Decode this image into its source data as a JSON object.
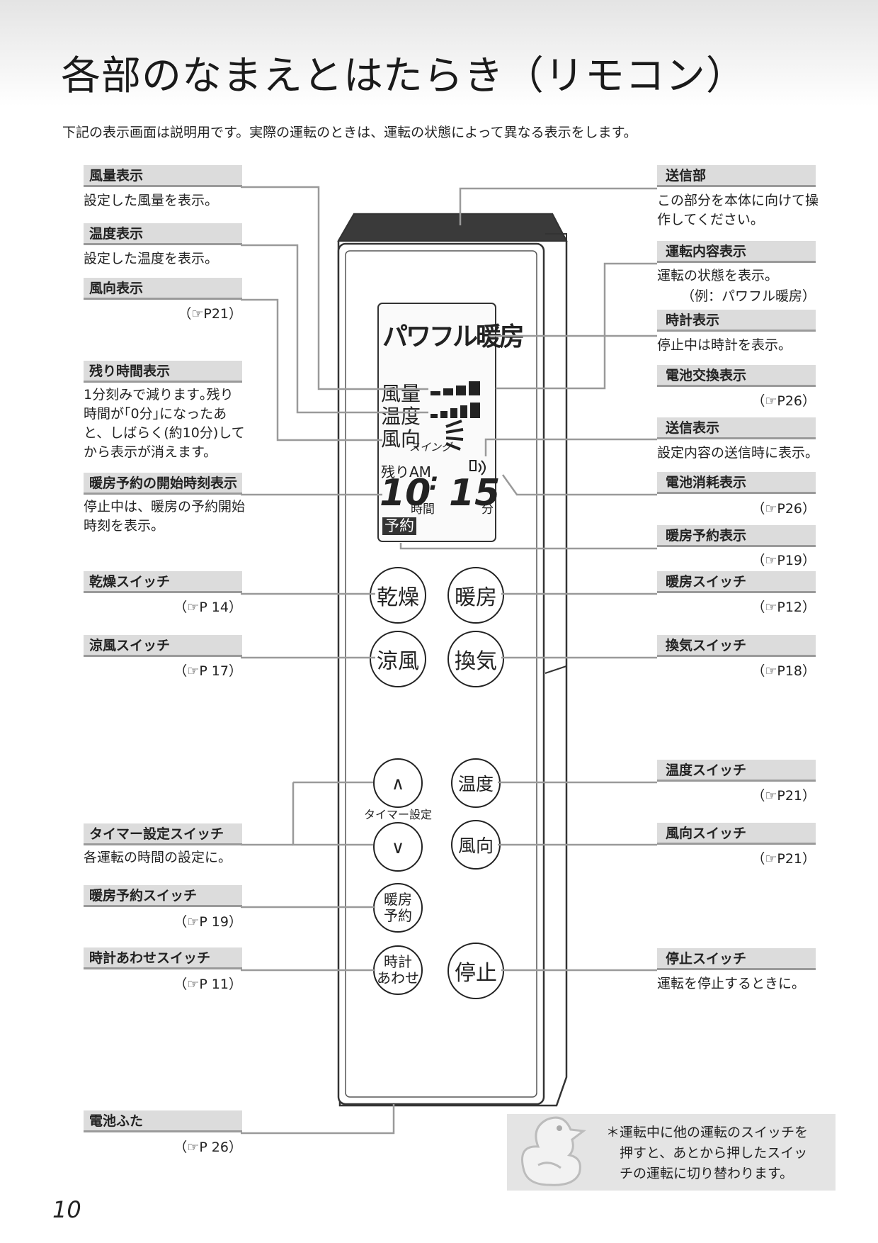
{
  "title": "各部のなまえとはたらき（リモコン）",
  "intro": "下記の表示画面は説明用です。実際の運転のときは、運転の状態によって異なる表示をします。",
  "left": [
    {
      "label": "風量表示",
      "desc": "設定した風量を表示。"
    },
    {
      "label": "温度表示",
      "desc": "設定した温度を表示。"
    },
    {
      "label": "風向表示",
      "ref": "（☞P21）"
    },
    {
      "label": "残り時間表示",
      "desc": "1分刻みで減ります｡残り時間が｢0分｣になったあと、しばらく(約10分)してから表示が消えます。"
    },
    {
      "label": "暖房予約の開始時刻表示",
      "desc": "停止中は、暖房の予約開始時刻を表示。"
    },
    {
      "label": "乾燥スイッチ",
      "ref": "（☞P 14）"
    },
    {
      "label": "涼風スイッチ",
      "ref": "（☞P 17）"
    },
    {
      "label": "タイマー設定スイッチ",
      "desc": "各運転の時間の設定に。"
    },
    {
      "label": "暖房予約スイッチ",
      "ref": "（☞P 19）"
    },
    {
      "label": "時計あわせスイッチ",
      "ref": "（☞P 11）"
    },
    {
      "label": "電池ふた",
      "ref": "（☞P 26）"
    }
  ],
  "right": [
    {
      "label": "送信部",
      "desc": "この部分を本体に向けて操作してください。"
    },
    {
      "label": "運転内容表示",
      "desc": "運転の状態を表示。",
      "desc2": "（例：パワフル暖房）"
    },
    {
      "label": "時計表示",
      "desc": "停止中は時計を表示。"
    },
    {
      "label": "電池交換表示",
      "ref": "（☞P26）"
    },
    {
      "label": "送信表示",
      "desc": "設定内容の送信時に表示。"
    },
    {
      "label": "電池消耗表示",
      "ref": "（☞P26）"
    },
    {
      "label": "暖房予約表示",
      "ref": "（☞P19）"
    },
    {
      "label": "暖房スイッチ",
      "ref": "（☞P12）"
    },
    {
      "label": "換気スイッチ",
      "ref": "（☞P18）"
    },
    {
      "label": "温度スイッチ",
      "ref": "（☞P21）"
    },
    {
      "label": "風向スイッチ",
      "ref": "（☞P21）"
    },
    {
      "label": "停止スイッチ",
      "desc": "運転を停止するときに。"
    }
  ],
  "lcd": {
    "mode": "パワフル暖房",
    "fan": "風量",
    "temp": "温度",
    "dir": "風向",
    "swing": "スイング",
    "remain": "残りAM",
    "hour": "10",
    "colon": ":",
    "hour_unit": "時間",
    "minute": "15",
    "minute_unit": "分",
    "reserve": "予約"
  },
  "buttons": {
    "dry": "乾燥",
    "heat": "暖房",
    "cool": "涼風",
    "vent": "換気",
    "temp": "温度",
    "dir": "風向",
    "up": "∧",
    "down": "∨",
    "timer_caption": "タイマー設定",
    "reserve": "暖房\n予約",
    "clock": "時計\nあわせ",
    "stop": "停止"
  },
  "note": "＊運転中に他の運転のスイッチを\n　押すと、あとから押したスイッ\n　チの運転に切り替わります。",
  "page_number": "10"
}
